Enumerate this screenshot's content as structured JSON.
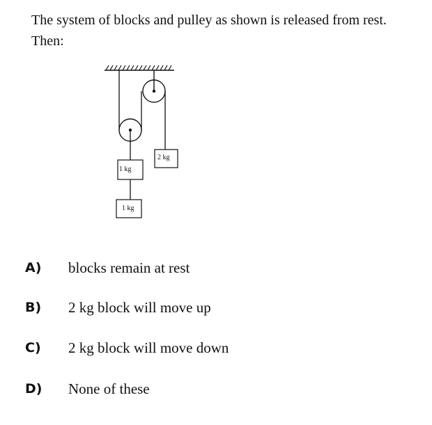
{
  "question": {
    "text": "The system of blocks and pulley as shown is released from rest. Then:"
  },
  "diagram": {
    "blocks": {
      "upper_left": "1 kg",
      "lower_left": "1 kg",
      "right": "2 kg"
    }
  },
  "options": [
    {
      "letter": "A)",
      "text": "blocks remain at rest"
    },
    {
      "letter": "B)",
      "text": "2 kg block will move up"
    },
    {
      "letter": "C)",
      "text": "2 kg block will move down"
    },
    {
      "letter": "D)",
      "text": "None of these"
    }
  ]
}
